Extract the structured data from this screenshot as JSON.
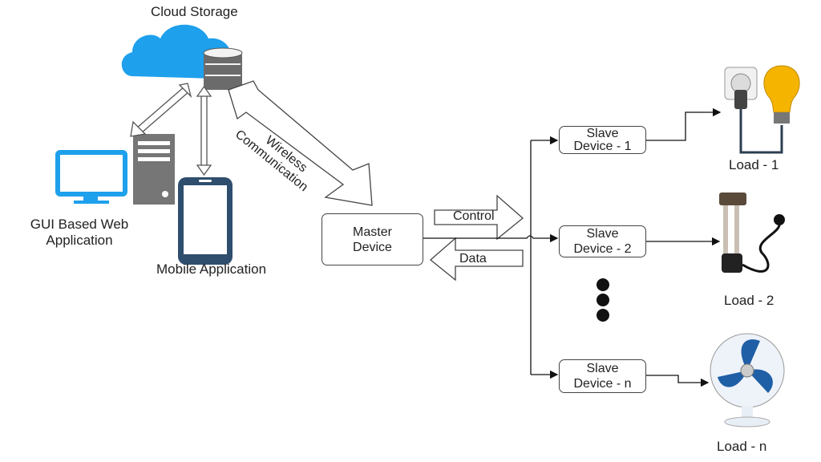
{
  "cloud": {
    "title": "Cloud Storage"
  },
  "clients": {
    "web": {
      "line1": "GUI Based Web",
      "line2": "Application"
    },
    "mobile": {
      "label": "Mobile Application"
    }
  },
  "link": {
    "line1": "Wireless",
    "line2": "Communication"
  },
  "master": {
    "line1": "Master",
    "line2": "Device"
  },
  "signals": {
    "control": "Control",
    "data": "Data"
  },
  "slaves": [
    {
      "line1": "Slave",
      "line2": "Device - 1"
    },
    {
      "line1": "Slave",
      "line2": "Device - 2"
    },
    {
      "line1": "Slave",
      "line2": "Device - n"
    }
  ],
  "loads": [
    {
      "label": "Load - 1",
      "icon": "plug-and-bulb-icon"
    },
    {
      "label": "Load - 2",
      "icon": "immersion-heater-icon"
    },
    {
      "label": "Load - n",
      "icon": "table-fan-icon"
    }
  ],
  "colors": {
    "cloud": "#1ea0ec",
    "monitor": "#1ea0ec",
    "phone": "#2f4e6e",
    "tower": "#767676",
    "bulb": "#f5b400"
  }
}
